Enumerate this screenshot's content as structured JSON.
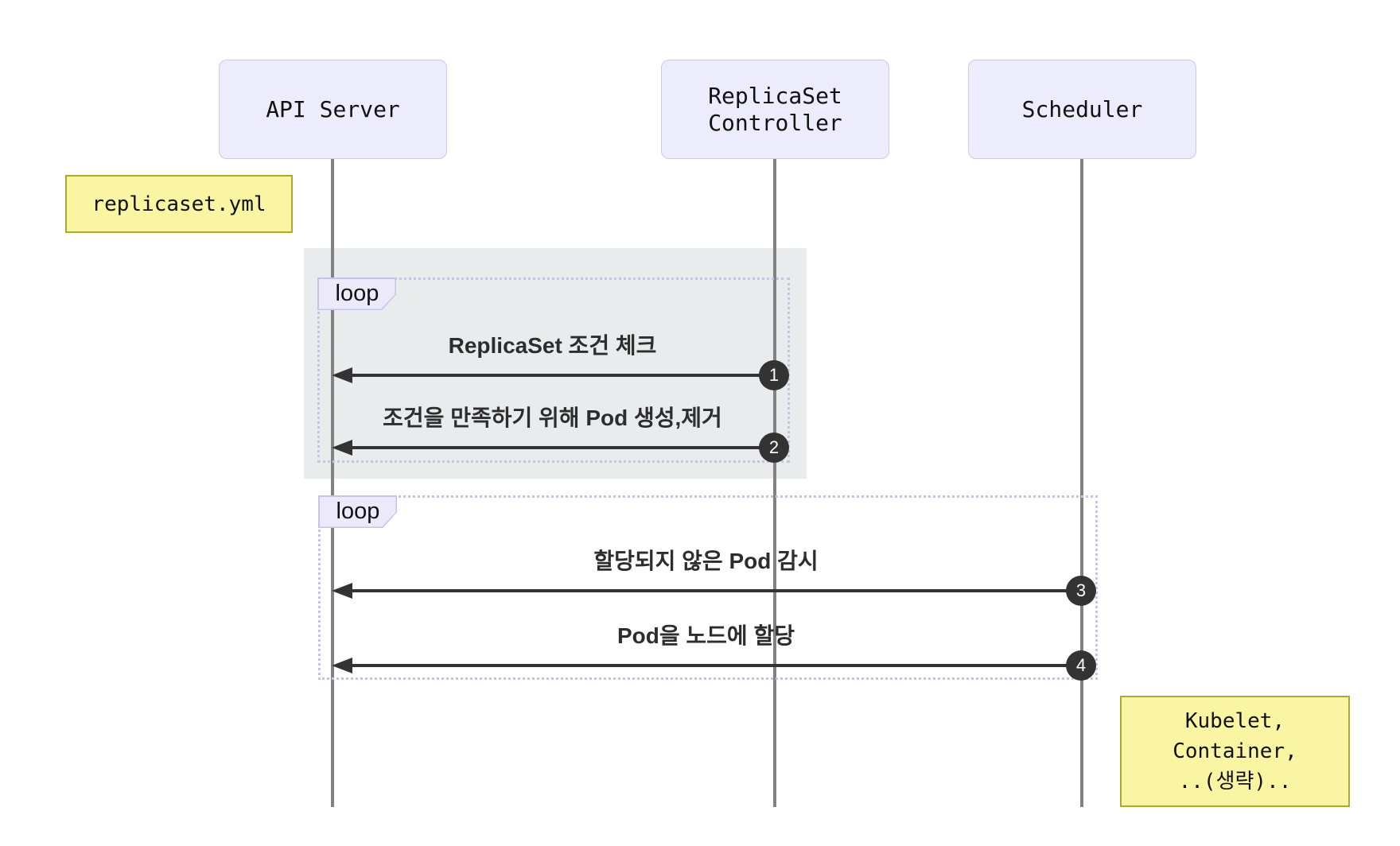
{
  "diagram": {
    "type": "sequence",
    "actors": [
      {
        "id": "api-server",
        "label": "API Server"
      },
      {
        "id": "replicaset-controller",
        "label": "ReplicaSet\nController"
      },
      {
        "id": "scheduler",
        "label": "Scheduler"
      }
    ],
    "notes": [
      {
        "id": "replicaset-yml",
        "text": "replicaset.yml"
      },
      {
        "id": "kubelet-container",
        "text": "Kubelet,\nContainer,\n..(생략).."
      }
    ],
    "loops": [
      {
        "label": "loop"
      },
      {
        "label": "loop"
      }
    ],
    "messages": [
      {
        "seq": "1",
        "text": "ReplicaSet 조건 체크",
        "from": "ReplicaSet Controller",
        "to": "API Server"
      },
      {
        "seq": "2",
        "text": "조건을 만족하기 위해 Pod 생성,제거",
        "from": "ReplicaSet Controller",
        "to": "API Server"
      },
      {
        "seq": "3",
        "text": "할당되지 않은 Pod 감시",
        "from": "Scheduler",
        "to": "API Server"
      },
      {
        "seq": "4",
        "text": "Pod을 노드에 할당",
        "from": "Scheduler",
        "to": "API Server"
      }
    ],
    "colors": {
      "actor_fill": "#ECECFC",
      "actor_border": "#CBCBE8",
      "note_fill": "#FAF5A3",
      "note_border": "#AAAA33",
      "loop_border": "#C8C2E9",
      "loop_tag_fill": "#ECEAFA",
      "highlight_rect": "#E9ECEC",
      "arrow": "#333333",
      "sequence_badge": "#333333",
      "lifeline": "#828282"
    }
  }
}
